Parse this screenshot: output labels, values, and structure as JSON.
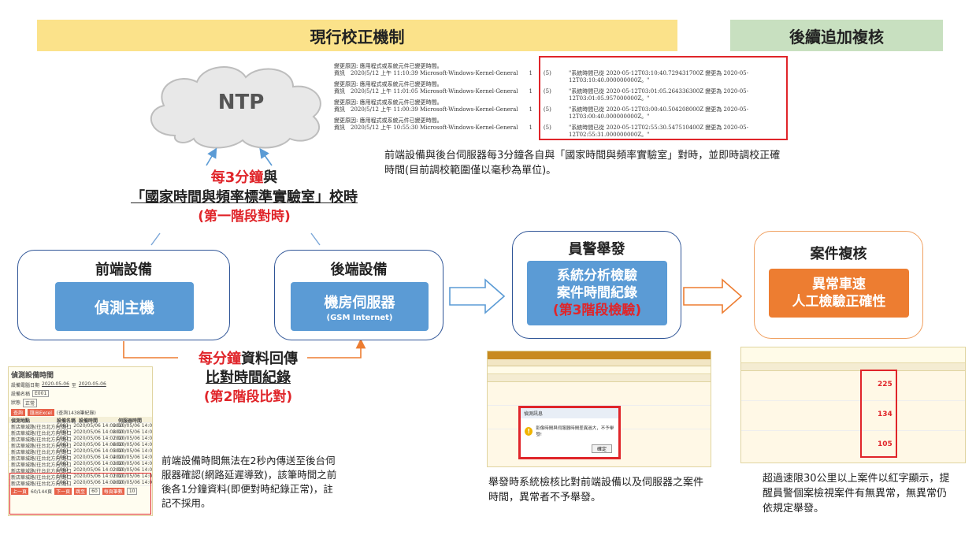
{
  "banners": {
    "current": "現行校正機制",
    "followup": "後續追加複核"
  },
  "ntp": {
    "label": "NTP",
    "sync_line1_red": "每3分鐘",
    "sync_line1_rest": "與",
    "sync_line2": "「國家時間與頻率標準實驗室」校時",
    "sync_line3": "(第一階段對時)"
  },
  "log": {
    "rows": [
      {
        "head": "變更原因: 應用程式或系統元件已變更時間。",
        "info": "資訊　2020/5/12 上午 11:10:39 Microsoft-Windows-Kernel-General　　1　　(5)",
        "detail": "\"系統時間已從 2020-05-12T03:10:40.729431700Z 變更為 2020-05-12T03:10:40.000000000Z。\""
      },
      {
        "head": "變更原因: 應用程式或系統元件已變更時間。",
        "info": "資訊　2020/5/12 上午 11:01:05 Microsoft-Windows-Kernel-General　　1　　(5)",
        "detail": "\"系統時間已從 2020-05-12T03:01:05.264336300Z 變更為 2020-05-12T03:01:05.957000000Z。\""
      },
      {
        "head": "變更原因: 應用程式或系統元件已變更時間。",
        "info": "資訊　2020/5/12 上午 11:00:39 Microsoft-Windows-Kernel-General　　1　　(5)",
        "detail": "\"系統時間已從 2020-05-12T03:00:40.504208000Z 變更為 2020-05-12T03:00:40.000000000Z。\""
      },
      {
        "head": "變更原因: 應用程式或系統元件已變更時間。",
        "info": "資訊　2020/5/12 上午 10:55:30 Microsoft-Windows-Kernel-General　　1　　(5)",
        "detail": "\"系統時間已從 2020-05-12T02:55:30.547510400Z 變更為 2020-05-12T02:55:31.000000000Z。\""
      }
    ],
    "caption": "前端設備與後台伺服器每3分鐘各自與「國家時間與頻率實驗室」對時，並即時調校正確時間(目前調校範圍僅以毫秒為單位)。"
  },
  "frontend": {
    "title": "前端設備",
    "panel": "偵測主機"
  },
  "backend": {
    "title": "後端設備",
    "panel": "機房伺服器",
    "panel_sub": "(GSM Internet)"
  },
  "compare": {
    "line1_red": "每分鐘",
    "line1_rest": "資料回傳",
    "line2": "比對時間紀錄",
    "line3": "(第2階段比對)"
  },
  "police": {
    "title": "員警舉發",
    "line1": "系統分析檢驗",
    "line2": "案件時間紀錄",
    "line3": "(第3階段檢驗)",
    "caption": "舉發時系統檢核比對前端設備以及伺服器之案件時間，異常者不予舉發。"
  },
  "review": {
    "title": "案件複核",
    "line1": "異常車速",
    "line2": "人工檢驗正確性",
    "caption": "超過速限30公里以上案件以紅字顯示，提醒員警個案檢視案件有無異常，無異常仍依規定舉發。",
    "speeds": [
      "225",
      "134",
      "105"
    ]
  },
  "device_shot": {
    "title": "偵測設備時間",
    "date_label": "設備電腦日期",
    "date_from": "2020-05-06",
    "date_to": "2020-05-06",
    "date_sep": "至",
    "name_label": "設備名稱",
    "name_value": "E001",
    "status_label": "狀態",
    "status_value": "正常",
    "btn_query": "查詢",
    "btn_excel": "匯出Excel",
    "count": "(查詢1438筆紀錄)",
    "headers": [
      "偵測地點",
      "設備名稱",
      "設備時間",
      "伺服器時間"
    ],
    "rows": [
      [
        "新店華城路(往台北方向)路口",
        "E001",
        "2020/05/06 14:09:00",
        "2020/05/06 14:09:00"
      ],
      [
        "新店華城路(往台北方向)路口",
        "E001",
        "2020/05/06 14:08:00",
        "2020/05/06 14:08:00"
      ],
      [
        "新店華城路(往台北方向)路口",
        "E001",
        "2020/05/06 14:07:00",
        "2020/05/06 14:07:00"
      ],
      [
        "新店華城路(往台北方向)路口",
        "E001",
        "2020/05/06 14:06:00",
        "2020/05/06 14:06:00"
      ],
      [
        "新店華城路(往台北方向)路口",
        "E001",
        "2020/05/06 14:05:00",
        "2020/05/06 14:05:00"
      ],
      [
        "新店華城路(往台北方向)路口",
        "E001",
        "2020/05/06 14:04:00",
        "2020/05/06 14:04:00"
      ],
      [
        "新店華城路(往台北方向)路口",
        "E001",
        "2020/05/06 14:03:00",
        "2020/05/06 14:03:00"
      ],
      [
        "新店華城路(往台北方向)路口",
        "E001",
        "2020/05/06 14:02:00",
        "2020/05/06 14:02:00"
      ],
      [
        "新店華城路(往台北方向)路口",
        "E001",
        "2020/05/06 14:01:00",
        "2020/05/06 14:01:00"
      ],
      [
        "新店華城路(往台北方向)路口",
        "E001",
        "2020/05/06 14:00:00",
        "2020/05/06 14:00:00"
      ]
    ],
    "pager_prev": "上一頁",
    "pager_page": "60/144頁",
    "pager_next": "下一頁",
    "pager_jump": "跳至",
    "pager_num": "60",
    "pager_size_label": "每頁筆數",
    "pager_size": "10",
    "caption": "前端設備時間無法在2秒內傳送至後台伺服器確認(網路延遲導致)，該筆時間之前後各1分鐘資料(即便對時紀錄正常)，註記不採用。"
  },
  "dialog_shot": {
    "dialog_title": "偵測訊息",
    "dialog_msg": "影像時間與伺服器時間差異過大，不予舉發!",
    "dialog_ok": "確定"
  },
  "colors": {
    "red": "#e0252a",
    "blue": "#5b9bd5",
    "orange": "#ed7d31",
    "navy": "#2f5597"
  }
}
